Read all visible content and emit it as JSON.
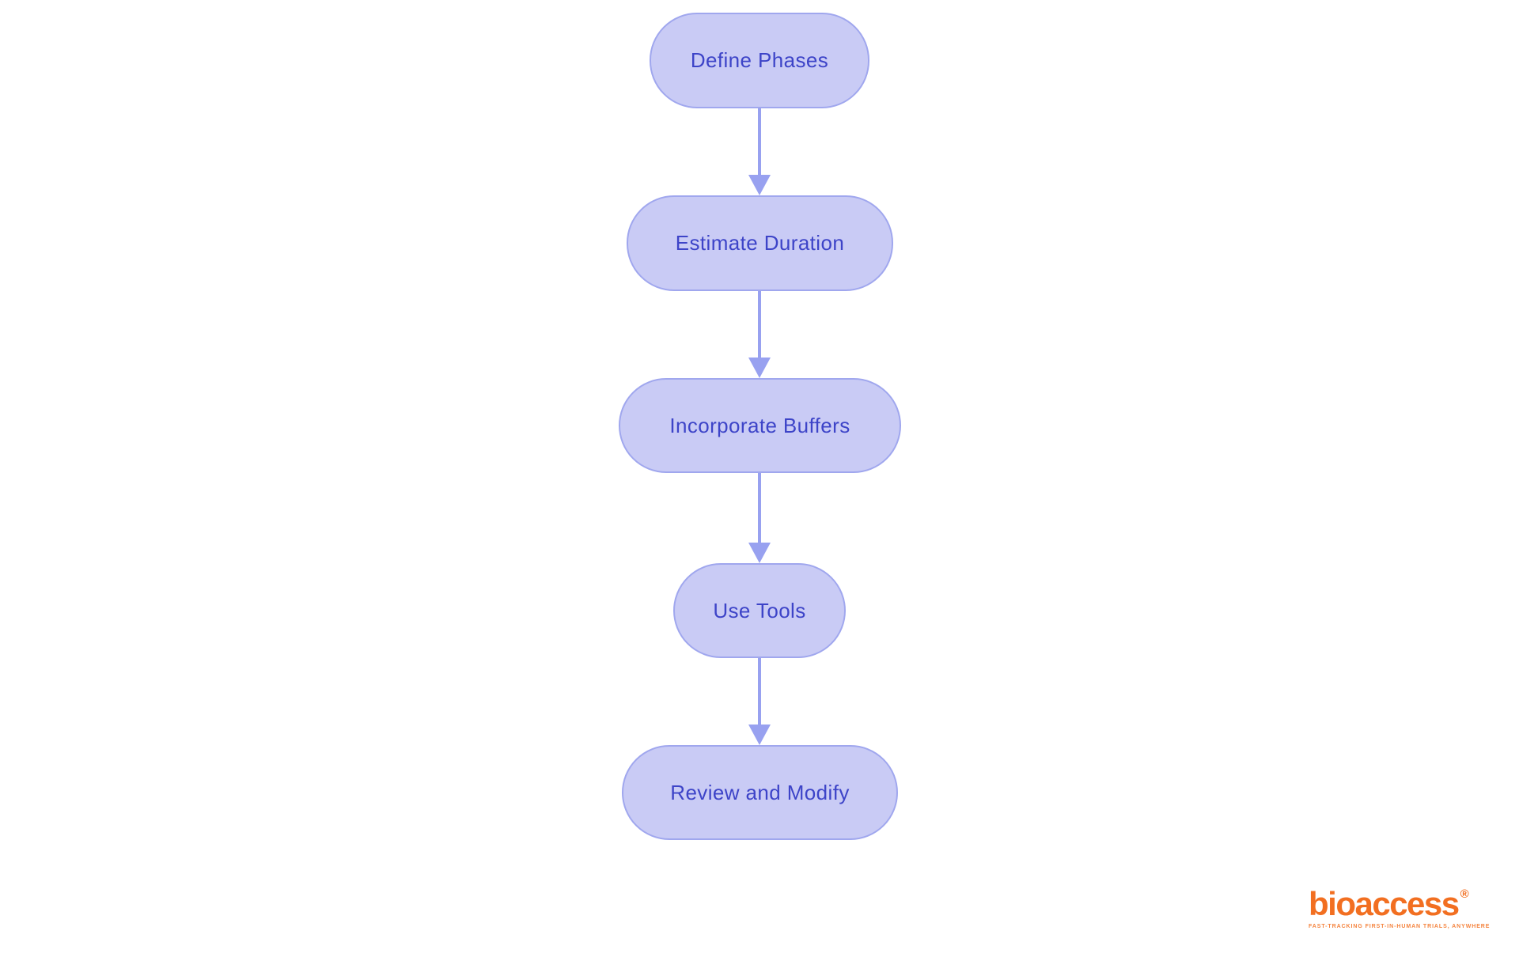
{
  "colors": {
    "page_bg": "#ffffff",
    "node_fill": "#c9cbf5",
    "node_border": "#a0a7ee",
    "node_text": "#3d44c8",
    "arrow": "#98a1f0",
    "logo_orange": "#f26f21",
    "logo_tagline": "#f5843f"
  },
  "flowchart": {
    "type": "vertical-flow",
    "nodes": [
      {
        "id": "define-phases",
        "label": "Define Phases"
      },
      {
        "id": "estimate-duration",
        "label": "Estimate Duration"
      },
      {
        "id": "incorporate-buffers",
        "label": "Incorporate Buffers"
      },
      {
        "id": "use-tools",
        "label": "Use Tools"
      },
      {
        "id": "review-and-modify",
        "label": "Review and Modify"
      }
    ],
    "edges": [
      {
        "from": "define-phases",
        "to": "estimate-duration"
      },
      {
        "from": "estimate-duration",
        "to": "incorporate-buffers"
      },
      {
        "from": "incorporate-buffers",
        "to": "use-tools"
      },
      {
        "from": "use-tools",
        "to": "review-and-modify"
      }
    ]
  },
  "logo": {
    "brand": "bioaccess",
    "registered_mark": "®",
    "tagline": "FAST-TRACKING FIRST-IN-HUMAN TRIALS, ANYWHERE"
  }
}
